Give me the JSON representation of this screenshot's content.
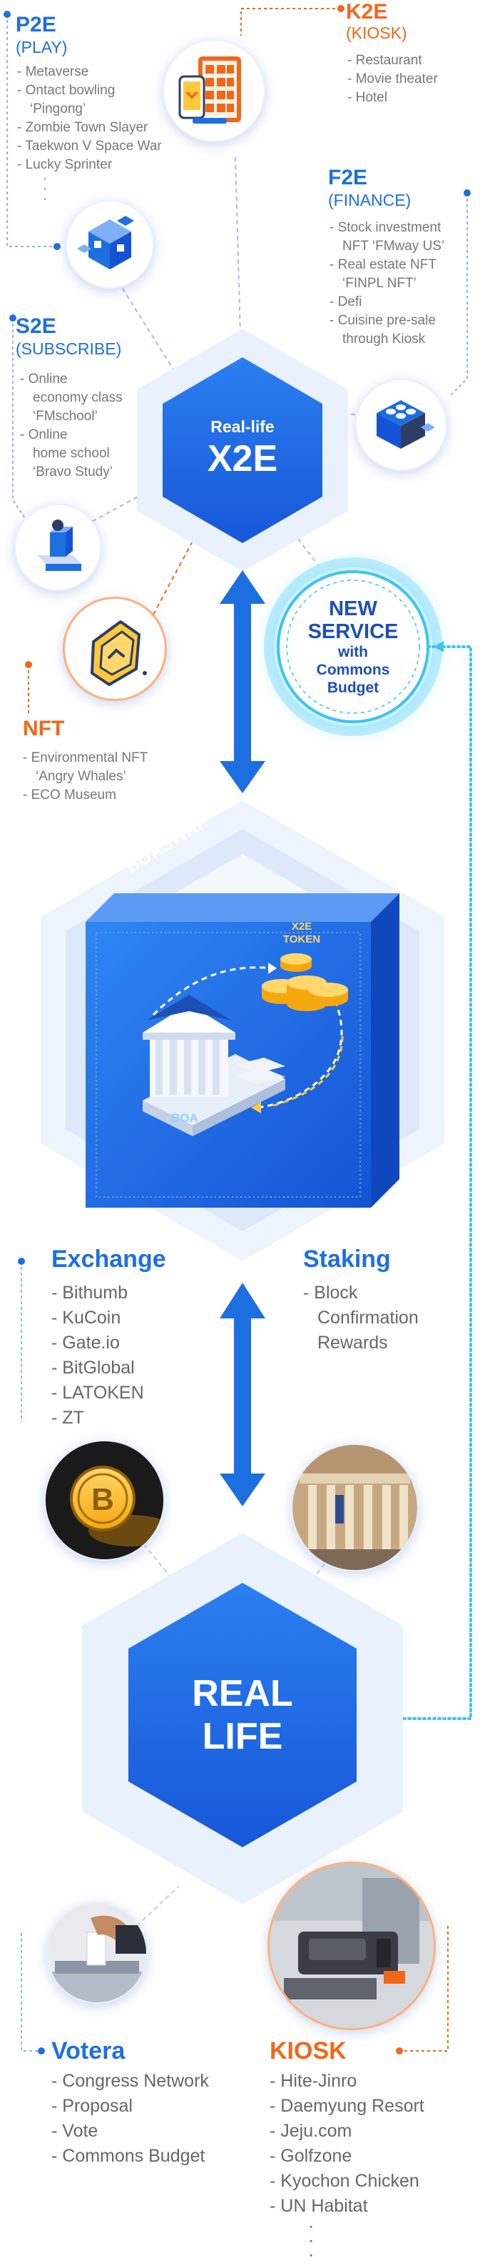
{
  "p2e": {
    "title": "P2E",
    "subtitle": "(PLAY)",
    "items": [
      "- Metaverse",
      "- Ontact bowling",
      "‘Pingong’",
      "- Zombie Town Slayer",
      "- Taekwon V Space War",
      "- Lucky Sprinter",
      "·",
      "·",
      "·"
    ]
  },
  "k2e": {
    "title": "K2E",
    "subtitle": "(KIOSK)",
    "items": [
      "- Restaurant",
      "- Movie theater",
      "- Hotel"
    ]
  },
  "f2e": {
    "title": "F2E",
    "subtitle": "(FINANCE)",
    "items": [
      "- Stock investment",
      "NFT ‘FMway US’",
      "- Real estate NFT",
      "‘FINPL NFT’",
      "- Defi",
      "- Cuisine pre-sale",
      "through Kiosk"
    ]
  },
  "s2e": {
    "title": "S2E",
    "subtitle": "(SUBSCRIBE)",
    "items": [
      "- Online",
      "economy class",
      "‘FMschool’",
      "- Online",
      "home school",
      "‘Bravo Study’"
    ]
  },
  "x2e": {
    "line1": "Real-life",
    "line2": "X2E"
  },
  "new_service": {
    "line1": "NEW",
    "line2": "SERVICE",
    "line3": "with",
    "line4": "Commons",
    "line5": "Budget"
  },
  "nft": {
    "title": "NFT",
    "items": [
      "- Environmental NFT",
      "‘Angry Whales’",
      "- ECO Museum"
    ]
  },
  "boaswap": {
    "label": "BOASWAP",
    "token_line1": "X2E",
    "token_line2": "TOKEN",
    "boa": "BOA"
  },
  "exchange": {
    "title": "Exchange",
    "items": [
      "- Bithumb",
      "- KuCoin",
      "- Gate.io",
      "- BitGlobal",
      "- LATOKEN",
      "- ZT"
    ]
  },
  "staking": {
    "title": "Staking",
    "items": [
      "- Block",
      "Confirmation",
      "Rewards"
    ]
  },
  "real_life": {
    "line1": "REAL",
    "line2": "LIFE"
  },
  "votera": {
    "title": "Votera",
    "items": [
      "- Congress Network",
      "- Proposal",
      "- Vote",
      "- Commons Budget"
    ]
  },
  "kiosk": {
    "title": "KIOSK",
    "items": [
      "- Hite-Jinro",
      "- Daemyung Resort",
      "- Jeju.com",
      "- Golfzone",
      "- Kyochon Chicken",
      "- UN Habitat",
      "·",
      "·",
      "·"
    ]
  },
  "colors": {
    "blue": "#1d6fe0",
    "orange": "#f0671a",
    "light_blue": "#e8f0fb",
    "cyan": "#3ec3f0"
  },
  "icons": [
    "puzzle-cube-icon",
    "kiosk-hand-icon",
    "coins-cube-icon",
    "hand-cube-icon",
    "nft-coin-icon",
    "bank-icon",
    "coin-stack-icon",
    "bitcoin-photo",
    "stock-exchange-photo",
    "ballot-box-photo",
    "card-terminal-photo"
  ]
}
